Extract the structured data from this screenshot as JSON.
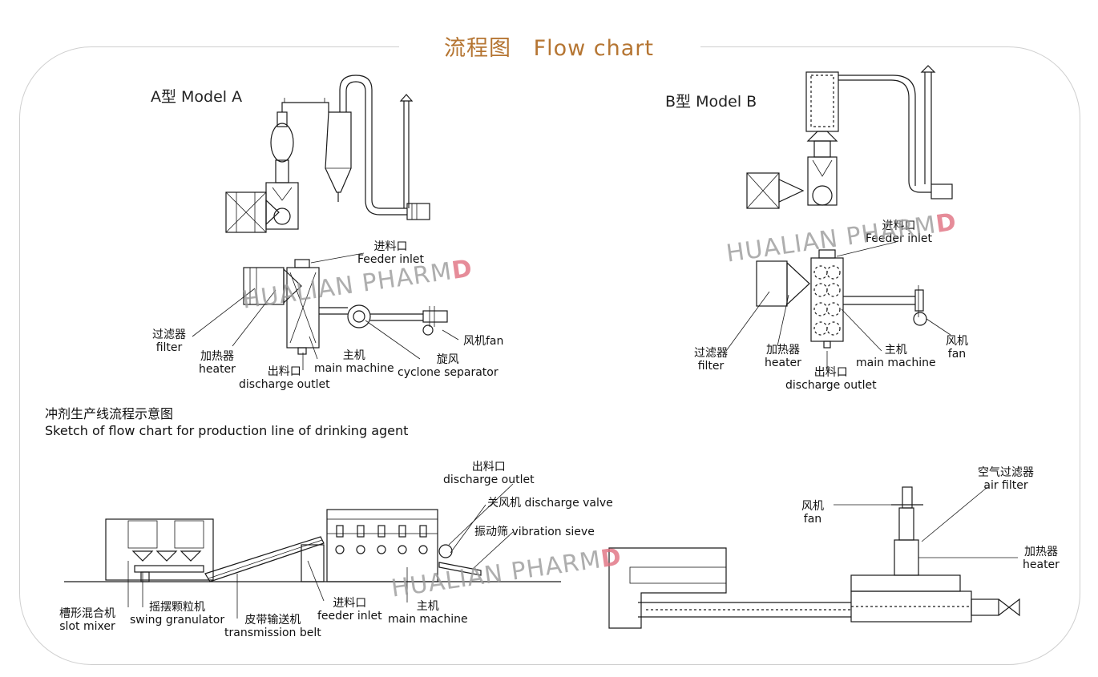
{
  "header": {
    "title_cn": "流程图",
    "title_en": "Flow chart"
  },
  "model_a": {
    "label": "A型 Model A",
    "labels": {
      "feeder_inlet_cn": "进料口",
      "feeder_inlet_en": "Feeder inlet",
      "filter_cn": "过滤器",
      "filter_en": "filter",
      "heater_cn": "加热器",
      "heater_en": "heater",
      "discharge_outlet_cn": "出料口",
      "discharge_outlet_en": "discharge outlet",
      "main_machine_cn": "主机",
      "main_machine_en": "main machine",
      "cyclone_cn": "旋风",
      "cyclone_en": "cyclone separator",
      "fan": "风机fan"
    }
  },
  "model_b": {
    "label": "B型 Model B",
    "labels": {
      "feeder_inlet_cn": "进料口",
      "feeder_inlet_en": "Feeder inlet",
      "filter_cn": "过滤器",
      "filter_en": "filter",
      "heater_cn": "加热器",
      "heater_en": "heater",
      "discharge_outlet_cn": "出料口",
      "discharge_outlet_en": "discharge outlet",
      "main_machine_cn": "主机",
      "main_machine_en": "main machine",
      "fan_cn": "风机",
      "fan_en": "fan"
    }
  },
  "production_line": {
    "caption_cn": "冲剂生产线流程示意图",
    "caption_en": "Sketch of flow chart for production line of drinking agent",
    "labels": {
      "discharge_outlet_cn": "出料口",
      "discharge_outlet_en": "discharge outlet",
      "discharge_valve": "关风机  discharge valve",
      "vibration_sieve": "振动筛  vibration sieve",
      "slot_mixer_cn": "槽形混合机",
      "slot_mixer_en": "slot mixer",
      "swing_granulator_cn": "摇摆颗粒机",
      "swing_granulator_en": "swing granulator",
      "belt_cn": "皮带输送机",
      "belt_en": "transmission belt",
      "feeder_inlet_cn": "进料口",
      "feeder_inlet_en": "feeder inlet",
      "main_machine_cn": "主机",
      "main_machine_en": "main machine",
      "air_filter_cn": "空气过滤器",
      "air_filter_en": "air filter",
      "fan_cn": "风机",
      "fan_en": "fan",
      "heater_cn": "加热器",
      "heater_en": "heater"
    }
  },
  "watermark": {
    "text": "HUALIAN PHARM",
    "letter": "D",
    "letter_color": "#e07080"
  },
  "colors": {
    "title": "#b57532",
    "line": "#1a1a1a",
    "frame": "#cfcfcf"
  }
}
